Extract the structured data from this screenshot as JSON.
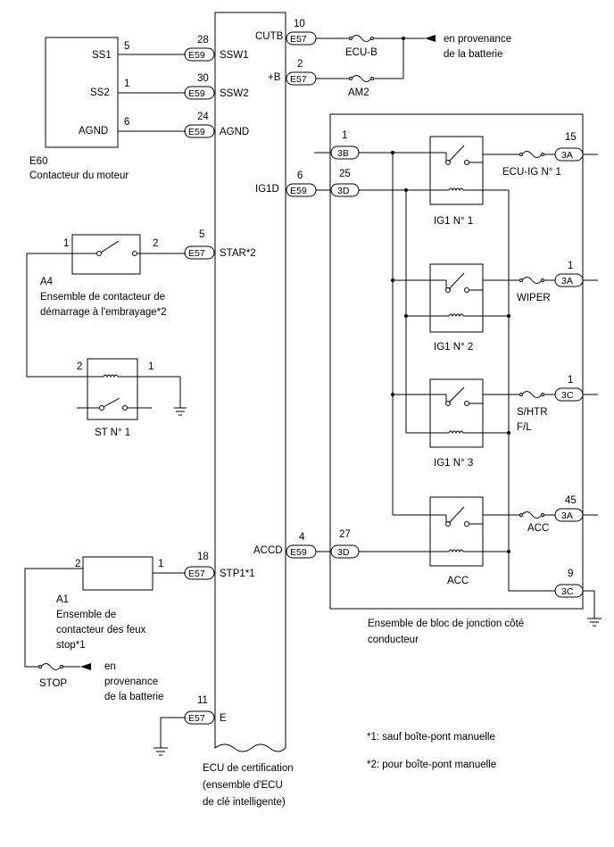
{
  "ecu": {
    "pins": [
      {
        "num": "28",
        "conn": "E59",
        "name": "SSW1"
      },
      {
        "num": "30",
        "conn": "E59",
        "name": "SSW2"
      },
      {
        "num": "24",
        "conn": "E59",
        "name": "AGND"
      },
      {
        "num": "5",
        "conn": "E57",
        "name": "STAR*2"
      },
      {
        "num": "18",
        "conn": "E57",
        "name": "STP1*1"
      },
      {
        "num": "11",
        "conn": "E57",
        "name": "E"
      }
    ],
    "right_pins": [
      {
        "num": "10",
        "conn": "E57",
        "name": "CUTB"
      },
      {
        "num": "2",
        "conn": "E57",
        "name": "+B"
      },
      {
        "num": "6",
        "conn": "E59",
        "name": "IG1D"
      },
      {
        "num": "4",
        "conn": "E59",
        "name": "ACCD"
      }
    ],
    "label_lines": [
      "ECU de certification",
      "(ensemble d'ECU",
      "de clé intelligente)"
    ]
  },
  "engine_switch": {
    "id": "E60",
    "name": "Contacteur du moteur",
    "pins": [
      {
        "label": "SS1",
        "num": "5"
      },
      {
        "label": "SS2",
        "num": "1"
      },
      {
        "label": "AGND",
        "num": "6"
      }
    ]
  },
  "battery_top": {
    "fuses": [
      "ECU-B",
      "AM2"
    ],
    "label_lines": [
      "en provenance",
      "de la batterie"
    ]
  },
  "clutch_switch": {
    "id": "A4",
    "label_lines": [
      "Ensemble de contacteur de",
      "démarrage à l'embrayage*2"
    ],
    "pin_left": "1",
    "pin_right": "2"
  },
  "st_relay": {
    "name": "ST N° 1",
    "pin_left": "2",
    "pin_right": "1"
  },
  "stop_switch": {
    "id": "A1",
    "label_lines": [
      "Ensemble de",
      "contacteur des feux",
      "stop*1"
    ],
    "pin_left": "2",
    "pin_right": "1",
    "fuse": "STOP",
    "battery_lines": [
      "en",
      "provenance",
      "de la batterie"
    ]
  },
  "junction_block": {
    "label_lines": [
      "Ensemble de bloc de jonction côté",
      "conducteur"
    ],
    "left_conns": [
      {
        "num": "1",
        "conn": "3B"
      },
      {
        "num": "25",
        "conn": "3D"
      },
      {
        "num": "27",
        "conn": "3D"
      }
    ],
    "relays": [
      "IG1 N° 1",
      "IG1 N° 2",
      "IG1 N° 3",
      "ACC"
    ],
    "outputs": [
      {
        "fuse": "ECU-IG N° 1",
        "num": "15",
        "conn": "3A"
      },
      {
        "fuse": "WIPER",
        "num": "1",
        "conn": "3A"
      },
      {
        "fuse": "S/HTR",
        "fuse2": "F/L",
        "num": "1",
        "conn": "3C"
      },
      {
        "fuse": "ACC",
        "num": "45",
        "conn": "3A"
      },
      {
        "fuse": "",
        "num": "9",
        "conn": "3C"
      }
    ]
  },
  "notes": [
    "*1: sauf boîte-pont manuelle",
    "*2: pour boîte-pont manuelle"
  ]
}
